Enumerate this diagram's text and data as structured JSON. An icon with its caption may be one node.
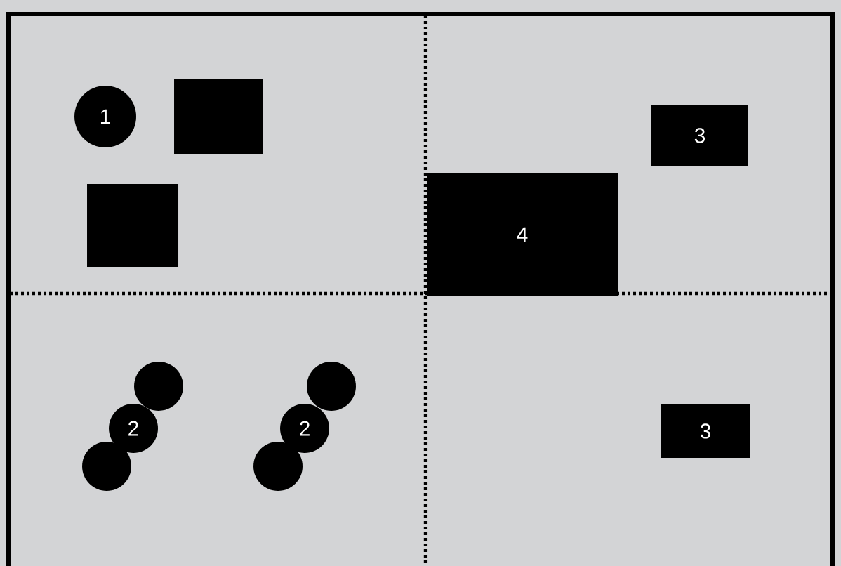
{
  "diagram": {
    "nodes": [
      {
        "text": [
          "1"
        ]
      },
      {
        "text": [],
        "shape": "box"
      },
      {
        "text": [],
        "shape": "box"
      },
      {
        "text": [
          "3"
        ]
      },
      {
        "text": [
          "4"
        ]
      },
      {
        "text": [],
        "shape": "circle"
      },
      {
        "text": [],
        "shape": "circle"
      },
      {
        "text": [
          "2"
        ]
      },
      {
        "text": [
          "2"
        ]
      },
      {
        "text": [],
        "shape": "circle"
      },
      {
        "text": [],
        "shape": "circle"
      },
      {
        "text": [
          "3"
        ]
      }
    ]
  }
}
